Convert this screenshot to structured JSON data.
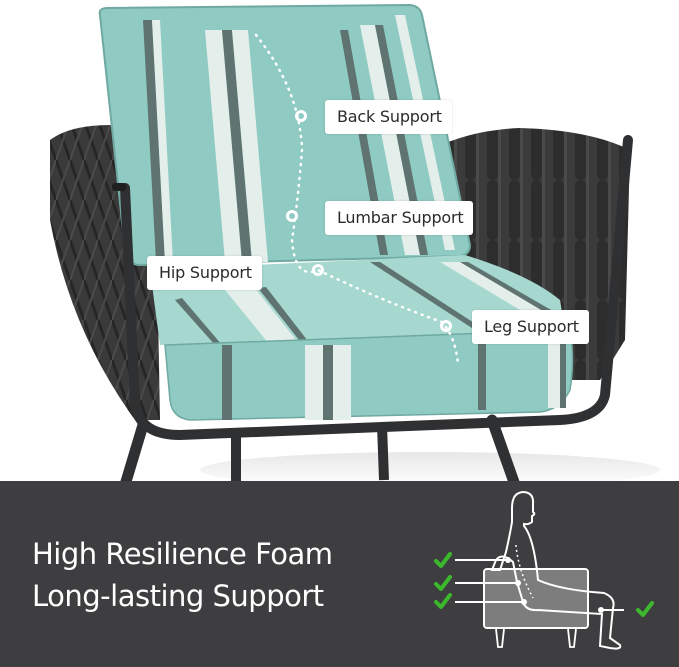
{
  "product_image": {
    "subject": "outdoor rope-woven armchair with striped teal cushions",
    "colors": {
      "cushion": "#8fcbc3",
      "cushion_light": "#a6d8d0",
      "stripe_dark": "#5f7471",
      "stripe_light": "#e4eeea",
      "rope": "#3a3a3a",
      "frame": "#2f3032",
      "background": "#ffffff"
    },
    "callouts": [
      {
        "label": "Back Support"
      },
      {
        "label": "Lumbar Support"
      },
      {
        "label": "Hip Support"
      },
      {
        "label": "Leg Support"
      }
    ]
  },
  "banner": {
    "background_color": "#3e3e40",
    "headline_line_1": "High Resilience Foam",
    "headline_line_2": "Long-lasting Support",
    "diagram": {
      "icon": "seated-person-on-sofa-icon",
      "check_color": "#3cb82d",
      "check_count": 4
    }
  }
}
